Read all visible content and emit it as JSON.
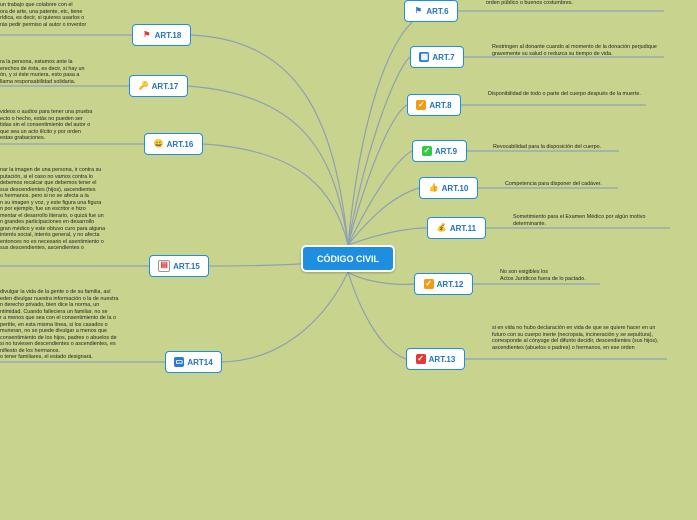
{
  "center": {
    "title": "CÓDIGO CIVIL"
  },
  "right": [
    {
      "id": "art6",
      "label": "ART.6",
      "icon": "flag-blue-icon",
      "note": "orden público o buenos costumbres."
    },
    {
      "id": "art7",
      "label": "ART.7",
      "icon": "grid-icon",
      "note": "Restringen al donante cuando al momento de la donación perjudique gravemente su salud o reduzca su tiempo de vida."
    },
    {
      "id": "art8",
      "label": "ART.8",
      "icon": "check-orange-icon",
      "note": "Disponibilidad de todo o parte del cuerpo después de la muerte."
    },
    {
      "id": "art9",
      "label": "ART.9",
      "icon": "check-green-icon",
      "note": "Revocabilidad para la disposición del cuerpo."
    },
    {
      "id": "art10",
      "label": "ART.10",
      "icon": "thumbs-up-icon",
      "note": "Competencia para disponer del cadáver."
    },
    {
      "id": "art11",
      "label": "ART.11",
      "icon": "money-bag-icon",
      "note": "Sometimiento para el Examen Médico por algún motivo determinante."
    },
    {
      "id": "art12",
      "label": "ART.12",
      "icon": "check-orange-icon",
      "note": "No son exigibles los\nActos Jurídicos fuera de lo pactado."
    },
    {
      "id": "art13",
      "label": "ART.13",
      "icon": "check-red-icon",
      "note": "si en vida no hubo declaración en vida de que se quiere hacer en un futuro con su cuerpo inerte (necropsia, incineración y se sepultura), corresponde al cónyuge del difunto decidir, descendientes (sus hijos), ascendientes (abuelos o padres) o hermanos, en ese orden"
    }
  ],
  "left": [
    {
      "id": "art18",
      "label": "ART.18",
      "icon": "flag-red-icon",
      "note": "un trabajo que colabore con el\nora de arte, una patente, etc, tiene\nrídica, es decir, si quieres usarlos o\nrás pedir permiso al autor o inventor"
    },
    {
      "id": "art17",
      "label": "ART.17",
      "icon": "key-icon",
      "note": "ra la persona, estamos ante la\nerechos de ésta, es decir, si hay un\nón, y si éste muriera, esto pasa a\nllama responsabilidad solidaria."
    },
    {
      "id": "art16",
      "label": "ART.16",
      "icon": "smiley-icon",
      "note": "videos o audios para tener una prueba\necto o hecho, estás no pueden ser\ntidas sin el consentimiento del autor o\nque sea un acto ilícito y por orden\nestas grabaciones."
    },
    {
      "id": "art15",
      "label": "ART.15",
      "icon": "calendar-icon",
      "note": "nar la imagen de una persona, ir contra su\nputación, si el caso no vamos contra lo\ndebemos recalcar que debemos tener el\nsus descendientes (hijos), ascendientes\no hermanos. pero si no se afecta a la\nn su imagen y voz, y este figura una figura\nn por ejemplo, fue un escritor e hizo\nmentar el desarrollo literario, o quizá fue un\nn grandes participaciones en desarrollo\ngran médico y este obtuvo curo para alguna\ninterés social, interés general, y no afecta\nentonces no es necesario el asentimiento o\nsus descendientes, ascendientes o"
    },
    {
      "id": "art14",
      "label": "ART14",
      "icon": "id-card-icon",
      "note": "divulgar la vida de la gente o de su familia, así\neden divulgar nuestra información o la de nuestra\nn derecho privado, bien dice la norma, un\nntimidad. Cuando falleciera un familiar, no se\nr a menos que sea con el consentimiento de la o\npertite, en esta misma línea, si los casados o\nmurieran, no se puede divulgar a menos que\nconsentimiento de los hijos, padres o abuelos de\nsi no tuviesen descendientes o ascendientes, es\nnifiesto de los hermanos.\no tener familiares, el estado designará."
    }
  ],
  "colors": {
    "background": "#c8d48d",
    "accent": "#1e8fe0",
    "link": "#7a93ad"
  }
}
